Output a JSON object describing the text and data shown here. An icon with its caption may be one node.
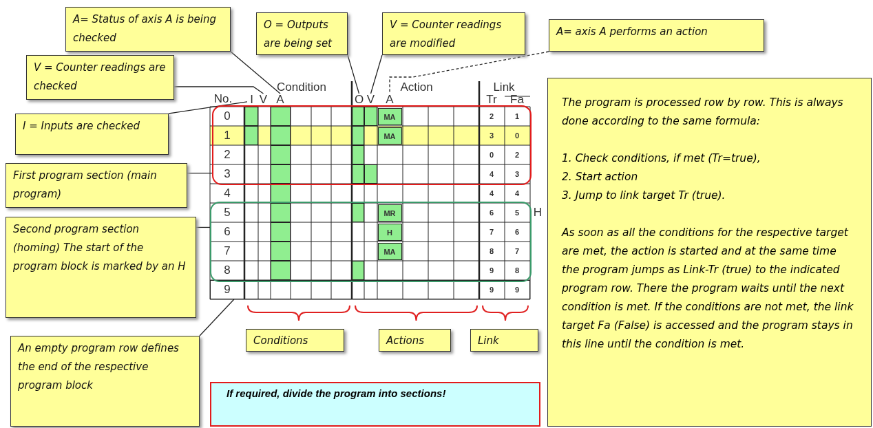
{
  "diagram": {
    "nodes": [
      {
        "text": [
          "A= Status of axis A is being checked"
        ]
      },
      {
        "text": [
          "V = Counter readings are checked"
        ]
      },
      {
        "text": [
          "I = Inputs are checked"
        ]
      },
      {
        "text": [
          "O = Outputs are being set"
        ]
      },
      {
        "text": [
          "V = Counter readings are modified"
        ]
      },
      {
        "text": [
          "A= axis A performs an action"
        ]
      },
      {
        "text": [
          "First program section (main program)"
        ]
      },
      {
        "text": [],
        "shape": "box"
      },
      {
        "text": [
          "Second program section (homing) The start of the program block is marked by an H"
        ]
      },
      {
        "text": [],
        "shape": "box"
      },
      {
        "text": [
          "An empty program row defines the end of the respective program block"
        ]
      },
      {
        "text": [
          "Conditions"
        ]
      },
      {
        "text": [
          "Actions"
        ]
      },
      {
        "text": [
          "Link"
        ]
      },
      {
        "text": [
          "If required, divide the program into sections!"
        ]
      },
      {
        "text": [
          "The program is processed row by row. This is always done according to the same formula:",
          "1. Check conditions, if met (Tr=true),",
          "2. Start action",
          "3. Jump to link target Tr (true).",
          "As soon as all the conditions for the respective target are met, the action is started and at the same time the program jumps as Link-Tr (true) to the indicated program row. There the program waits until the next condition is met. If the conditions are not met, the link target Fa (False) is accessed and the program stays in this line until the condition is met."
        ]
      },
      {
        "text": [
          "I"
        ]
      },
      {
        "text": [
          "V"
        ]
      },
      {
        "text": [
          "A"
        ]
      },
      {
        "text": [
          "O"
        ]
      },
      {
        "text": [
          "V"
        ]
      },
      {
        "text": [
          "A"
        ]
      },
      {
        "text": [],
        "shape": "bar"
      }
    ],
    "edges": [
      {
        "from": 0,
        "to": 18,
        "arrow": "none"
      },
      {
        "from": 1,
        "to": 17,
        "arrow": "none"
      },
      {
        "from": 2,
        "to": 16,
        "arrow": "none"
      },
      {
        "from": 3,
        "to": 19,
        "arrow": "none"
      },
      {
        "from": 4,
        "to": 20,
        "arrow": "none"
      },
      {
        "from": 5,
        "to": 21,
        "arrow": "none",
        "style": "dashed"
      },
      {
        "from": 6,
        "to": 7,
        "arrow": "none"
      },
      {
        "from": 8,
        "to": 9,
        "arrow": "none"
      },
      {
        "from": 10,
        "to": 22,
        "arrow": "none"
      }
    ],
    "labels": [
      "Condition",
      "Action",
      "Link",
      "No.",
      "Tr",
      "Fa",
      "0",
      "MA",
      "2",
      "1",
      "1",
      "MA",
      "3",
      "0",
      "2",
      "0",
      "2",
      "3",
      "4",
      "3",
      "4",
      "4",
      "4",
      "5",
      "MR",
      "6",
      "5",
      "H",
      "6",
      "H",
      "7",
      "6",
      "7",
      "MA",
      "8",
      "7",
      "8",
      "9",
      "8",
      "9",
      "9",
      "9"
    ]
  }
}
